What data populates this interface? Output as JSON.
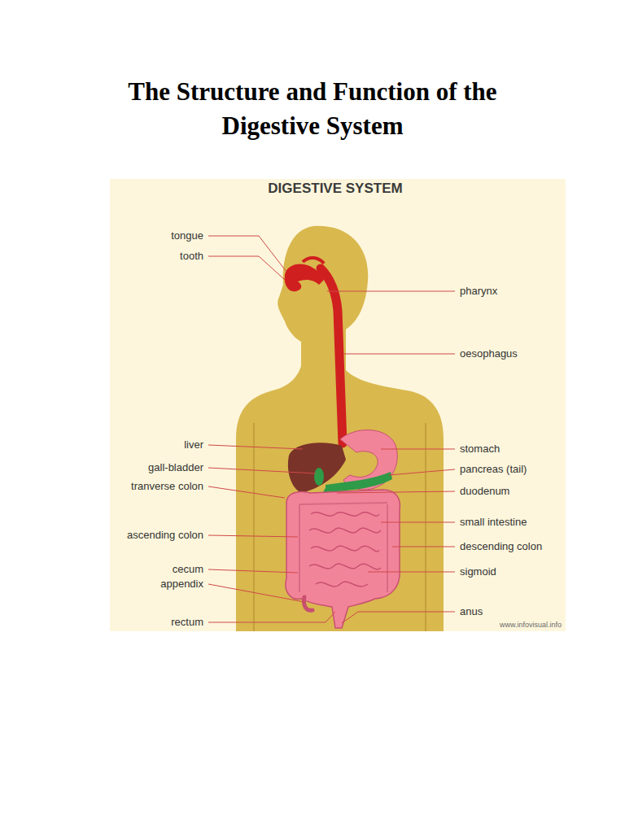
{
  "diagram": {
    "title": "The Structure and Function of the Digestive System",
    "labels": [
      "DIGESTIVE SYSTEM",
      "tongue",
      "tooth",
      "pharynx",
      "oesophagus",
      "liver",
      "stomach",
      "gall-bladder",
      "pancreas (tail)",
      "tranverse colon",
      "duodenum",
      "small intestine",
      "ascending colon",
      "descending colon",
      "cecum",
      "sigmoid",
      "appendix",
      "rectum",
      "anus",
      "www.infovisual.info"
    ]
  }
}
